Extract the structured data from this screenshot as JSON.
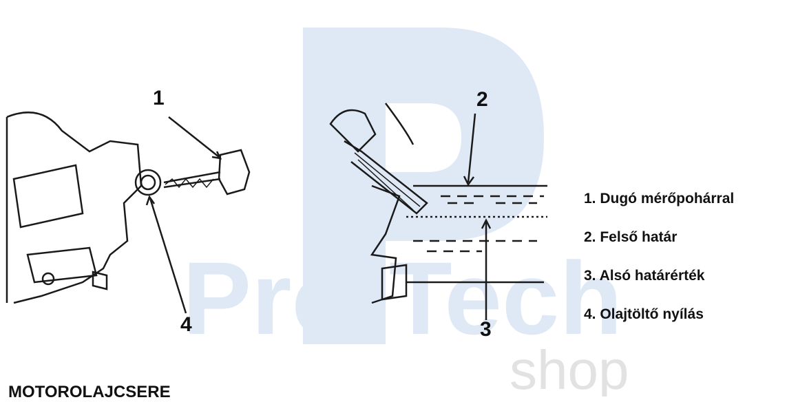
{
  "watermark": {
    "brand": "Pro-Tech",
    "sub": "shop"
  },
  "callouts": [
    "1",
    "2",
    "3",
    "4"
  ],
  "legend": [
    "1. Dugó mérőpohárral",
    "2. Felső határ",
    "3. Alsó határérték",
    "4. Olajtöltő nyílás"
  ],
  "section_title": "MOTOROLAJCSERE",
  "colors": {
    "watermark": "#dfe8f5",
    "line": "#1a1a1a"
  }
}
